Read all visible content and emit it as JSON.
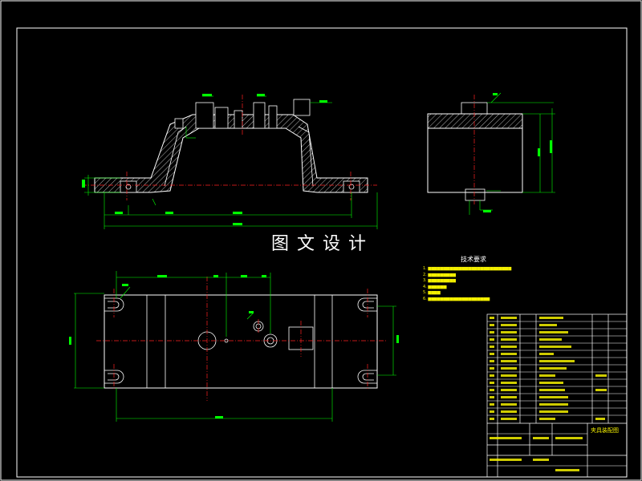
{
  "watermark": "图文设计",
  "technical_requirements": {
    "title": "技术要求"
  },
  "title_block": {
    "drawing_title": "夹具装配图"
  },
  "colors": {
    "background": "#000000",
    "outline": "#ffffff",
    "frame": "#ffffff",
    "dimension": "#00ff00",
    "centerline": "#ff2020",
    "hatch": "#ffffff",
    "annotation_text": "#f4f000"
  }
}
